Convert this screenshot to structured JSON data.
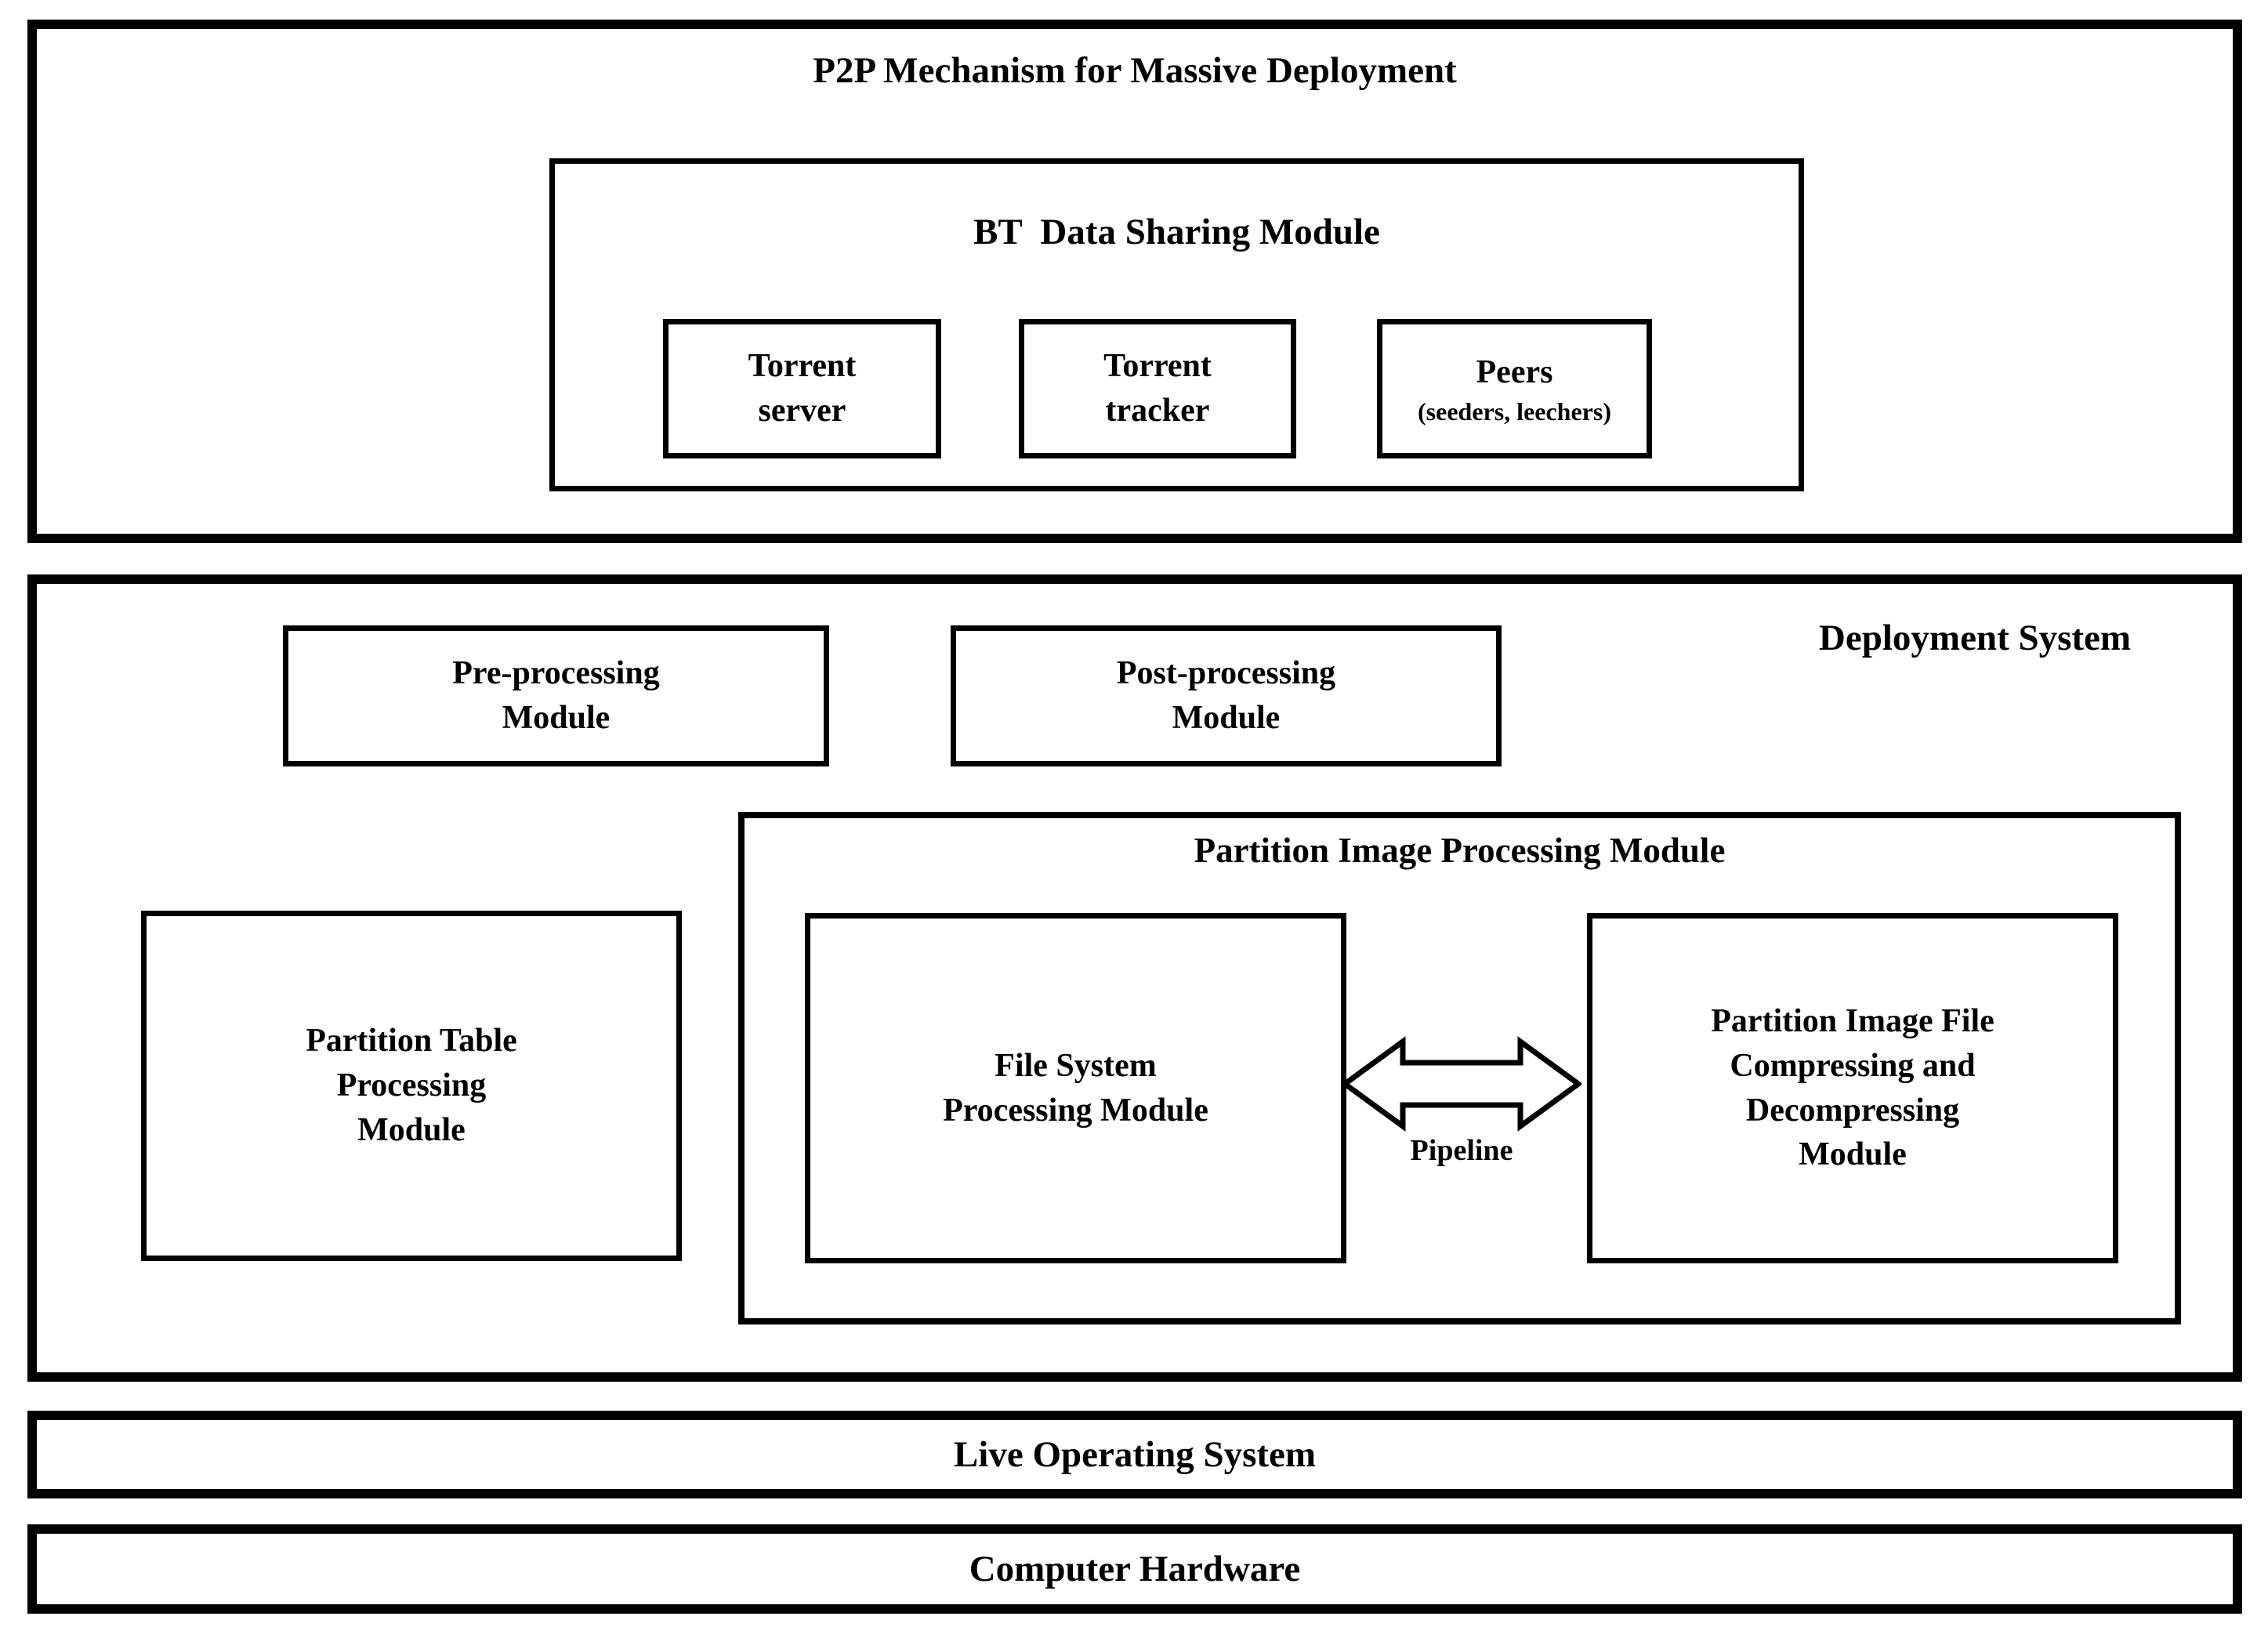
{
  "p2p": {
    "title": "P2P Mechanism for Massive Deployment",
    "bt": {
      "title": "BT  Data Sharing Module",
      "torrent_server": "Torrent\nserver",
      "torrent_tracker": "Torrent\ntracker",
      "peers": {
        "label": "Peers",
        "sublabel": "(seeders, leechers)"
      }
    }
  },
  "deployment": {
    "title": "Deployment System",
    "pre_processing": "Pre-processing\nModule",
    "post_processing": "Post-processing\nModule",
    "partition_table": "Partition Table\nProcessing\nModule",
    "partition_image": {
      "title": "Partition Image Processing Module",
      "file_system": "File System\nProcessing Module",
      "pipeline": "Pipeline",
      "compress": "Partition Image File\nCompressing and\nDecompressing\nModule"
    }
  },
  "layers": {
    "live_os": "Live Operating System",
    "hardware": "Computer Hardware"
  },
  "colors": {
    "border": "#000000",
    "background": "#ffffff",
    "text": "#000000"
  }
}
